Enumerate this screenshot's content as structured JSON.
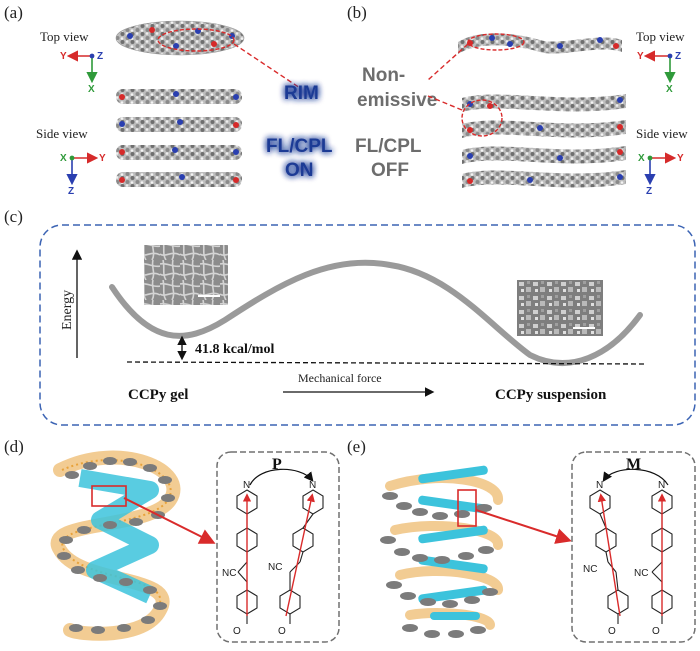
{
  "panels": {
    "a": "(a)",
    "b": "(b)",
    "c": "(c)",
    "d": "(d)",
    "e": "(e)"
  },
  "panel_a": {
    "top_view": "Top view",
    "side_view": "Side view",
    "axes_top": {
      "left": "Y",
      "right": "Z",
      "down": "X"
    },
    "axes_side": {
      "left": "X",
      "right": "Y",
      "down": "Z"
    }
  },
  "panel_b": {
    "top_view": "Top view",
    "side_view": "Side view",
    "axes_top": {
      "left": "Y",
      "right": "Z",
      "down": "X"
    },
    "axes_side": {
      "left": "X",
      "right": "Y",
      "down": "Z"
    }
  },
  "center": {
    "rim": "RIM",
    "non_emissive_1": "Non-",
    "non_emissive_2": "emissive",
    "fl_on_1": "FL/CPL",
    "fl_on_2": "ON",
    "fl_off_1": "FL/CPL",
    "fl_off_2": "OFF"
  },
  "panel_c": {
    "energy_axis": "Energy",
    "barrier": "41.8 kcal/mol",
    "left_state": "CCPy gel",
    "right_state": "CCPy suspension",
    "arrow_label": "Mechanical force"
  },
  "panel_d": {
    "chirality": "P",
    "cn_label": "NC",
    "n_label": "N",
    "o_label": "O"
  },
  "panel_e": {
    "chirality": "M",
    "cn_label": "NC",
    "n_label": "N",
    "o_label": "O"
  },
  "colors": {
    "border_dashed_c": "#3c64b4",
    "border_dashed_de": "#707070",
    "red_marker": "#d92b2b",
    "curve_gray": "#9a9a9a",
    "cyan": "#3cc3dc",
    "orange": "#e8a23a",
    "molecule_gray": "#8a8a8a",
    "blue_atom": "#2a3fb0",
    "red_atom": "#d62a2a",
    "glow_blue": "#6d8fe0"
  }
}
